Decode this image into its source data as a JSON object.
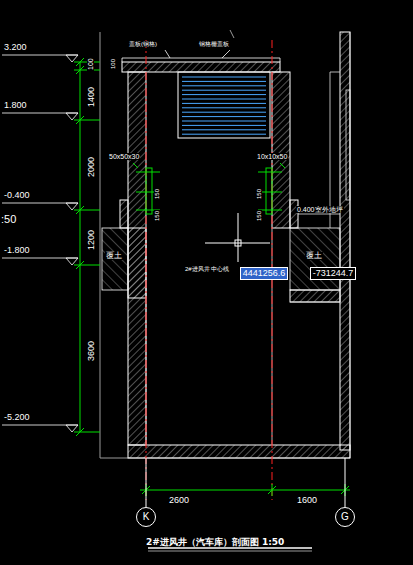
{
  "diagram": {
    "title": "2#进风井（汽车库）剖面图 1:50",
    "nodes": [
      {
        "text": [
          "K"
        ]
      },
      {
        "text": [
          "G"
        ]
      },
      {
        "text": [
          "4441256.6"
        ]
      },
      {
        "text": [
          "-731244.7"
        ]
      }
    ],
    "edges": [],
    "labels": [
      ":50",
      "3.200",
      "1.800",
      "-0.400",
      "-1.800",
      "-5.200",
      "100",
      "1400",
      "2000",
      "1200",
      "3600",
      "盖板(钢格)",
      "钢格栅盖板",
      "50x50x30",
      "10x10x50",
      "0.400室外地坪",
      "覆土",
      "覆土",
      "2#进风井 中心线",
      "2600",
      "1600",
      "150",
      "150",
      "150",
      "150",
      "100"
    ]
  }
}
